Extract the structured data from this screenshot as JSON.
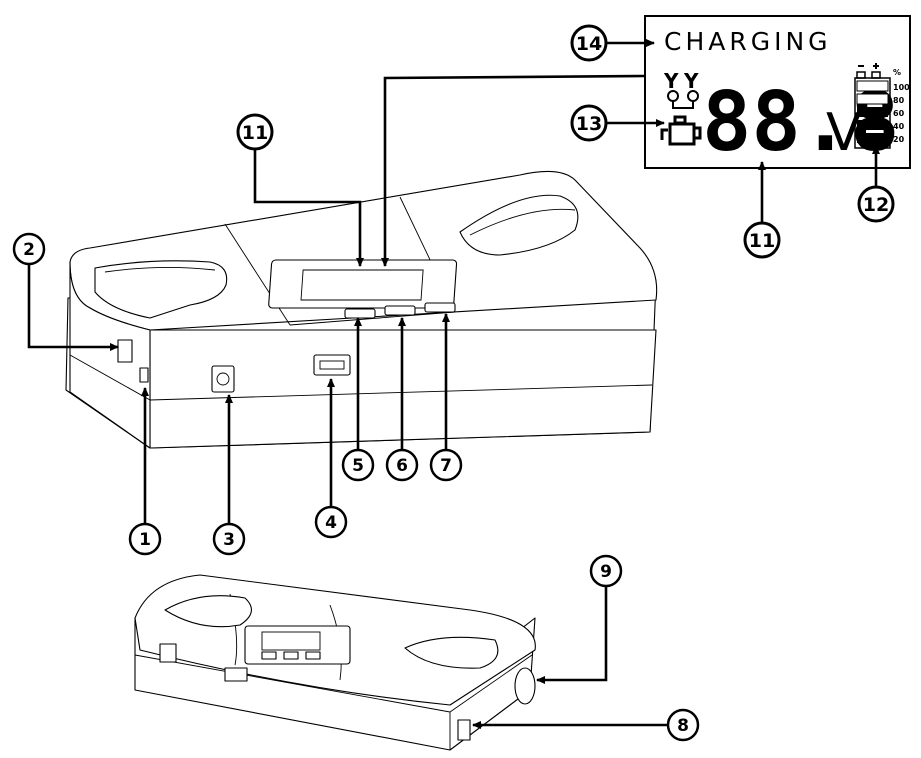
{
  "lcd": {
    "status_text": "CHARGING",
    "voltage_value": "88.8",
    "voltage_unit": "V",
    "percent_symbol": "%",
    "battery_scale": [
      "100",
      "80",
      "60",
      "40",
      "20"
    ]
  },
  "callouts": {
    "c1": "1",
    "c2": "2",
    "c3": "3",
    "c4": "4",
    "c5": "5",
    "c6": "6",
    "c7": "7",
    "c8": "8",
    "c9": "9",
    "c11a": "11",
    "c11b": "11",
    "c12": "12",
    "c13": "13",
    "c14": "14"
  },
  "icons": {
    "clamps": "jumper-clamps-icon",
    "engine": "engine-icon",
    "battery": "battery-level-icon"
  }
}
